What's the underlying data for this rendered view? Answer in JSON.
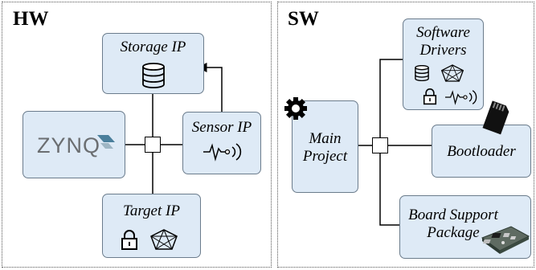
{
  "hw": {
    "title": "HW",
    "storage_ip": {
      "label": "Storage IP",
      "icon": "database-icon"
    },
    "sensor_ip": {
      "label": "Sensor IP",
      "icon": "sensor-signal-icon"
    },
    "target_ip": {
      "label": "Target IP",
      "icons": [
        "lock-icon",
        "network-mesh-icon"
      ]
    },
    "zynq": {
      "logo_text": "ZYNQ",
      "icon": "zynq-logo-icon"
    }
  },
  "sw": {
    "title": "SW",
    "main_project": {
      "label": "Main\nProject",
      "icon": "gear-icon"
    },
    "software_drivers": {
      "label": "Software\nDrivers",
      "icons": [
        "database-icon",
        "network-mesh-icon",
        "lock-icon",
        "sensor-signal-icon"
      ]
    },
    "bootloader": {
      "label": "Bootloader",
      "icon": "sd-card-icon"
    },
    "board_support_package": {
      "label": "Board Support\nPackage",
      "icon": "circuit-board-icon"
    }
  },
  "colors": {
    "box_fill": "#deeaf6",
    "box_border": "#6b7c8c",
    "line": "#000000",
    "zynq_text": "#6b6e71",
    "zynq_accent": "#4a7f9c"
  }
}
